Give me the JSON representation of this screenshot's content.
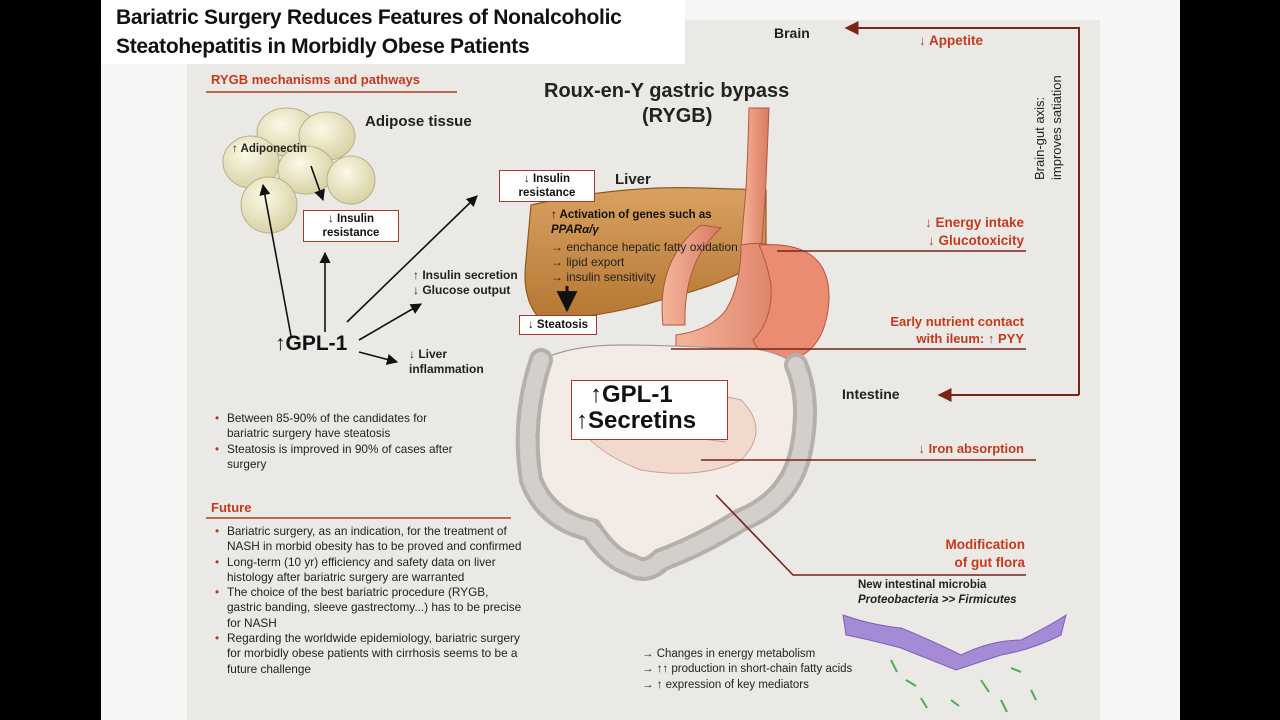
{
  "title": {
    "line1": "Bariatric Surgery Reduces Features of Nonalcoholic",
    "line2": "Steatohepatitis in Morbidly Obese Patients"
  },
  "figure": {
    "mechanisms_heading": "RYGB mechanisms and pathways",
    "main_title_line1": "Roux-en-Y gastric bypass",
    "main_title_line2": "(RYGB)",
    "adipose_tissue": "Adipose tissue",
    "adiponectin": "↑ Adiponectin",
    "adipose_insulin_resistance": [
      "↓ Insulin",
      "resistance"
    ],
    "liver_label": "Liver",
    "liver_insulin_resistance": [
      "↓ Insulin",
      "resistance"
    ],
    "liver_genes_line1": "↑ Activation of genes such as",
    "liver_genes_line2": "PPARα/γ",
    "liver_effects": [
      "→ enchance hepatic fatty oxidation",
      "→ lipid export",
      "→ insulin sensitivity"
    ],
    "steatosis": "↓ Steatosis",
    "insulin_secretion": "↑ Insulin secretion",
    "glucose_output": "↓ Glucose output",
    "gpl1": "↑GPL-1",
    "liver_inflammation": [
      "↓ Liver",
      "inflammation"
    ],
    "center_box": [
      "↑GPL-1",
      "↑Secretins"
    ],
    "brain": "Brain",
    "appetite": "↓ Appetite",
    "brain_gut_axis": [
      "Brain-gut axis:",
      "improves satiation"
    ],
    "energy_intake": "↓ Energy intake",
    "glucotoxicity": "↓ Glucotoxicity",
    "nutrient_contact_line1": "Early nutrient contact",
    "nutrient_contact_line2": "with ileum: ↑ PYY",
    "intestine": "Intestine",
    "iron_absorption": "↓ Iron absorption",
    "gut_flora_line1": "Modification",
    "gut_flora_line2": "of gut flora",
    "microbia_line1": "New intestinal microbia",
    "microbia_line2": "Proteobacteria >> Firmicutes",
    "metabolism_changes": [
      "→ Changes in energy metabolism",
      "→ ↑↑ production in short-chain fatty acids",
      "→ ↑ expression of key mediators"
    ]
  },
  "steatosis_bullets": [
    "Between 85-90% of the candidates for bariatric surgery have steatosis",
    "Steatosis is improved in 90% of cases after surgery"
  ],
  "future": {
    "heading": "Future",
    "bullets": [
      "Bariatric surgery, as an indication, for the treatment of NASH in morbid obesity has to be proved and confirmed",
      "Long-term (10 yr) efficiency and safety data on liver histology after bariatric surgery are warranted",
      "The choice of the best bariatric procedure (RYGB, gastric banding, sleeve gastrectomy...) has to be precise for NASH",
      "Regarding the worldwide epidemiology, bariatric surgery for morbidly obese patients with cirrhosis seems to be a future challenge"
    ]
  },
  "colors": {
    "accent_red": "#c43a1c",
    "liver": "#c98b45",
    "stomach": "#f0a088",
    "intestine": "#b8b4b0",
    "background": "#ebe9e6"
  }
}
